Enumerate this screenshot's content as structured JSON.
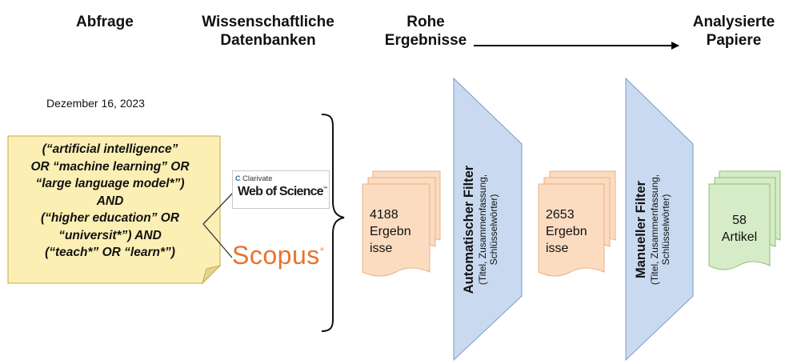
{
  "headers": {
    "query": "Abfrage",
    "databases_line1": "Wissenschaftliche",
    "databases_line2": "Datenbanken",
    "raw_line1": "Rohe",
    "raw_line2": "Ergebnisse",
    "analyzed_line1": "Analysierte",
    "analyzed_line2": "Papiere"
  },
  "date": "Dezember 16, 2023",
  "query_lines": [
    "(“artificial intelligence”",
    "OR “machine learning” OR",
    "“large language model*”)",
    "AND",
    "(“higher education” OR",
    "“universit*”) AND",
    "(“teach*” OR “learn*”)"
  ],
  "databases": {
    "wos_vendor": "Clarivate",
    "wos_name": "Web of Science",
    "wos_tm": "™",
    "scopus": "Scopus",
    "scopus_mark": "°"
  },
  "stage_raw": {
    "count": "4188",
    "line2": "Ergebn",
    "line3": "isse"
  },
  "auto_filter": {
    "title": "Automatischer Filter",
    "sub1": "(Titel, Zusammenfassung,",
    "sub2": "Schlüsselwörter)"
  },
  "stage_filtered": {
    "count": "2653",
    "line2": "Ergebn",
    "line3": "isse"
  },
  "manual_filter": {
    "title": "Manueller Filter",
    "sub1": "(Titel, Zusammenfassung,",
    "sub2": "Schlüsselwörter)"
  },
  "stage_final": {
    "count": "58",
    "line2": "Artikel"
  },
  "colors": {
    "note_fill": "#fcefb4",
    "note_stroke": "#c9a94a",
    "raw_fill": "#fbdcc0",
    "raw_stroke": "#e8b088",
    "filter_fill": "#c9daf0",
    "filter_stroke": "#7a9cc6",
    "final_fill": "#d6ebc8",
    "final_stroke": "#8fbf72",
    "scopus": "#e8732b"
  }
}
